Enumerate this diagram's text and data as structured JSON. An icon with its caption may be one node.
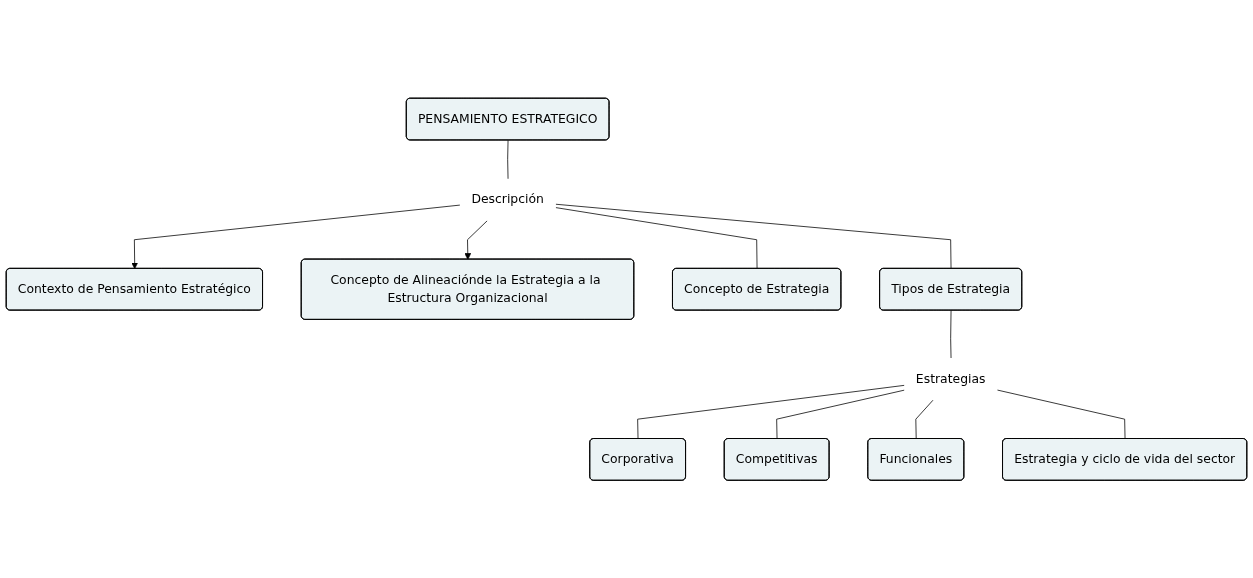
{
  "diagram": {
    "nodes": [
      {
        "text": [
          "PENSAMIENTO ESTRATEGICO"
        ]
      },
      {
        "text": [
          "Descripción"
        ]
      },
      {
        "text": [
          "Contexto de Pensamiento Estratégico"
        ]
      },
      {
        "text": [
          "Concepto de Alineaciónde la Estrategia a la Estructura Organizacional"
        ]
      },
      {
        "text": [
          "Concepto de Estrategia"
        ]
      },
      {
        "text": [
          "Tipos de Estrategia"
        ]
      },
      {
        "text": [
          "Estrategias"
        ]
      },
      {
        "text": [
          "Corporativa"
        ]
      },
      {
        "text": [
          "Competitivas"
        ]
      },
      {
        "text": [
          "Funcionales"
        ]
      },
      {
        "text": [
          "Estrategia y ciclo de vida del sector"
        ]
      }
    ],
    "edges": [
      {
        "from": 0,
        "to": 1,
        "arrow": "none"
      },
      {
        "from": 1,
        "to": 2,
        "arrow": "to"
      },
      {
        "from": 1,
        "to": 3,
        "arrow": "to"
      },
      {
        "from": 1,
        "to": 4,
        "arrow": "none"
      },
      {
        "from": 1,
        "to": 5,
        "arrow": "none"
      },
      {
        "from": 5,
        "to": 6,
        "arrow": "none"
      },
      {
        "from": 6,
        "to": 7,
        "arrow": "none"
      },
      {
        "from": 6,
        "to": 8,
        "arrow": "none"
      },
      {
        "from": 6,
        "to": 9,
        "arrow": "none"
      },
      {
        "from": 6,
        "to": 10,
        "arrow": "none"
      }
    ]
  }
}
